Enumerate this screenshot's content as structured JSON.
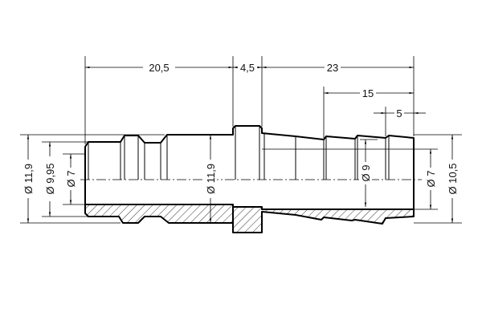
{
  "drawing": {
    "length_dims": {
      "plug_length": "20,5",
      "flange_width": "4,5",
      "barb_length": "23",
      "barb_section": "15",
      "barb_pitch": "5"
    },
    "diameter_dims": {
      "plug_outer": "Ø 11,9",
      "plug_mid": "Ø 9,95",
      "plug_bore": "Ø 7",
      "body": "Ø 11,9",
      "barb_inner": "Ø 9",
      "hose_bore": "Ø 7",
      "hose_outer": "Ø 10,5"
    }
  }
}
